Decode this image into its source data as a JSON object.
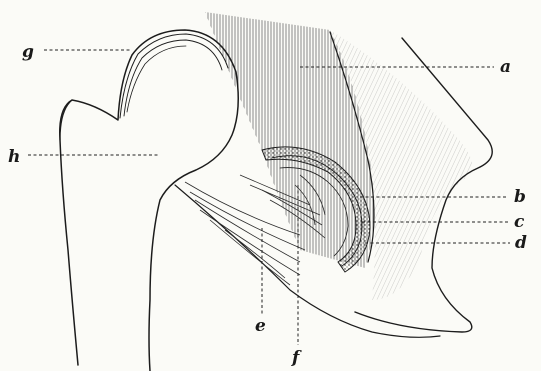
{
  "labels": {
    "a": "a",
    "b": "b",
    "c": "c",
    "d": "d",
    "e": "e",
    "f": "f",
    "g": "g",
    "h": "h"
  },
  "colors": {
    "ink": "#1c1c1c",
    "paper": "#fbfbf7"
  }
}
